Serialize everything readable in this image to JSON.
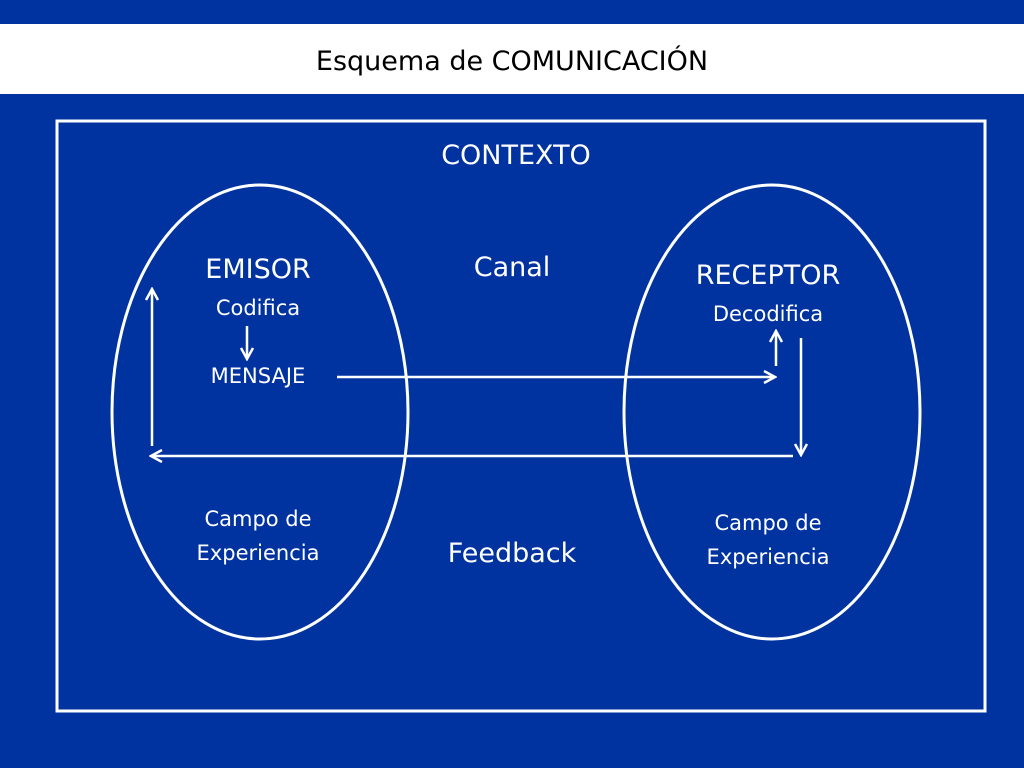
{
  "title": "Esquema de COMUNICACIÓN",
  "colors": {
    "background": "#0033a0",
    "foreground": "#ffffff",
    "title_bar": "#ffffff"
  },
  "diagram": {
    "context_label": "CONTEXTO",
    "channel_label": "Canal",
    "feedback_label": "Feedback",
    "sender": {
      "name": "EMISOR",
      "action": "Codifica",
      "message": "MENSAJE",
      "field_line1": "Campo de",
      "field_line2": "Experiencia"
    },
    "receiver": {
      "name": "RECEPTOR",
      "action": "Decodifica",
      "field_line1": "Campo de",
      "field_line2": "Experiencia"
    }
  }
}
